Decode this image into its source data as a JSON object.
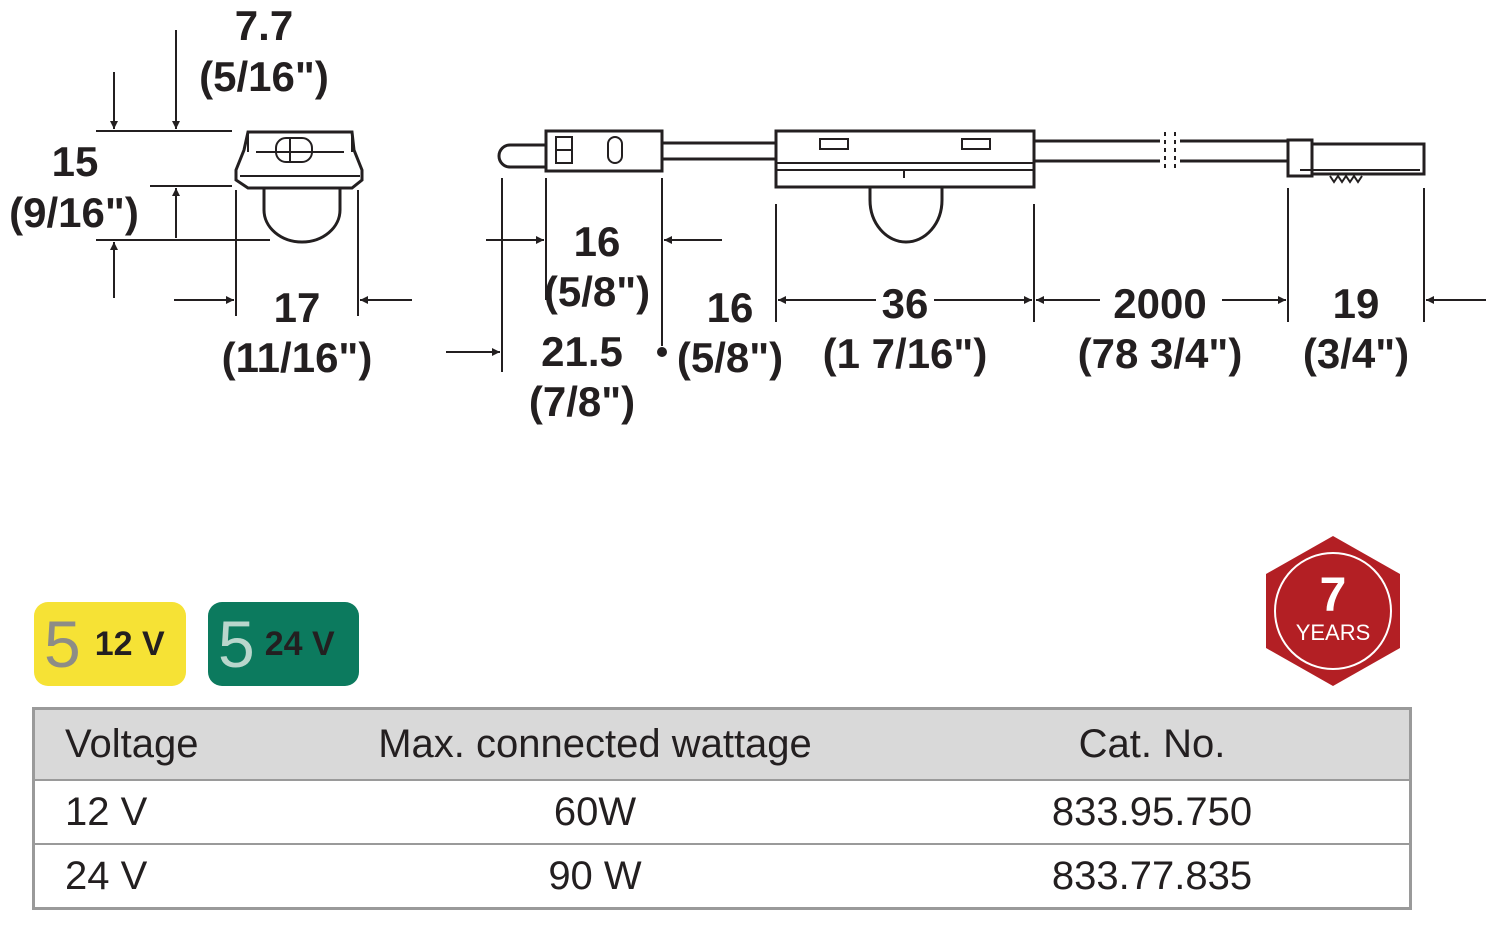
{
  "dimensions": {
    "d1_value": "7.7",
    "d1_inch": "(5/16\")",
    "d2_value": "15",
    "d2_inch": "(9/16\")",
    "d3_value": "17",
    "d3_inch": "(11/16\")",
    "d4_value": "16",
    "d4_inch": "(5/8\")",
    "d5_value": "21.5",
    "d5_inch": "(7/8\")",
    "d6_value": "16",
    "d6_inch": "(5/8\")",
    "d7_value": "36",
    "d7_inch": "(1 7/16\")",
    "d8_value": "2000",
    "d8_inch": "(78 3/4\")",
    "d9_value": "19",
    "d9_inch": "(3/4\")"
  },
  "badges": [
    {
      "number": "5",
      "voltage": "12 V",
      "color": "#f6e235"
    },
    {
      "number": "5",
      "voltage": "24 V",
      "color": "#0c7a5e"
    }
  ],
  "warranty": {
    "number": "7",
    "unit": "YEARS",
    "color": "#b31f24"
  },
  "table": {
    "headers": [
      "Voltage",
      "Max. connected wattage",
      "Cat. No."
    ],
    "rows": [
      [
        "12 V",
        "60W",
        "833.95.750"
      ],
      [
        "24 V",
        "90 W",
        "833.77.835"
      ]
    ]
  }
}
